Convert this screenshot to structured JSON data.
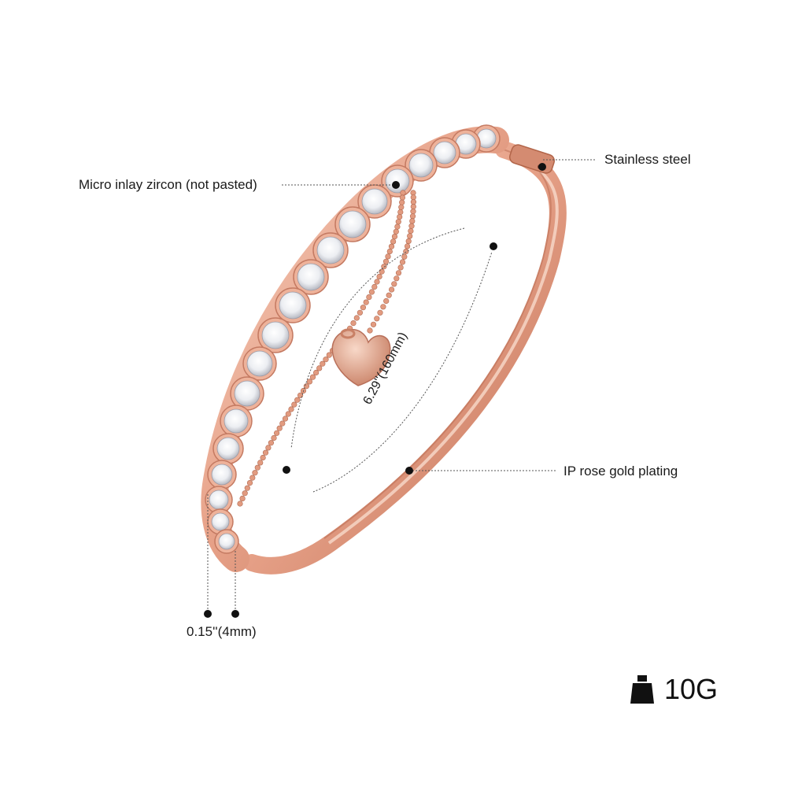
{
  "annotations": {
    "zircon": "Micro inlay zircon (not pasted)",
    "steel": "Stainless steel",
    "diameter": "6.29''(160mm)",
    "plating": "IP rose gold plating",
    "width": "0.15''(4mm)"
  },
  "weight": {
    "value": "10G",
    "icon": "weight-icon"
  },
  "colors": {
    "rose_gold": "#e8a38a",
    "rose_gold_dark": "#c47a62",
    "rose_gold_light": "#f6d3c4",
    "zircon": "#f4f4f6",
    "label_text": "#1a1a1a"
  }
}
